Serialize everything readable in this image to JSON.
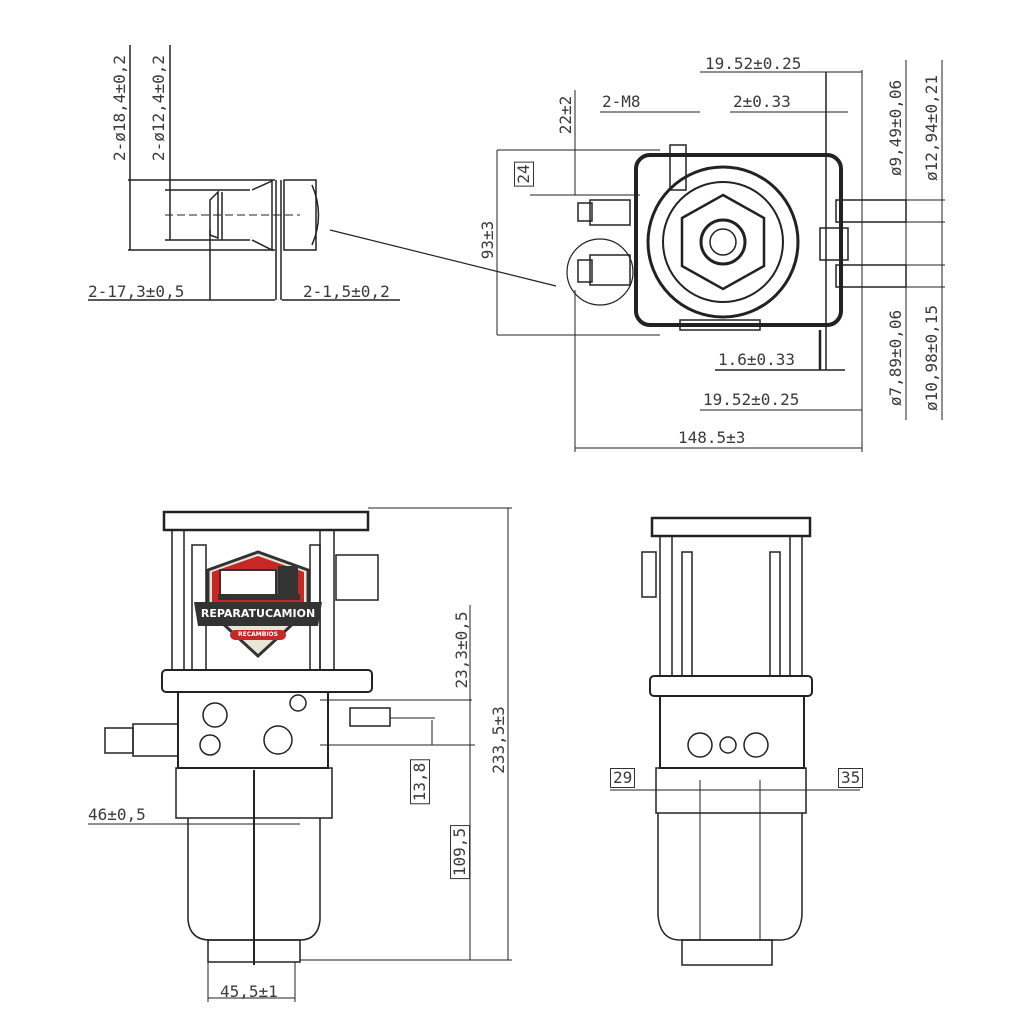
{
  "connector_detail": {
    "outer_diameter": "2-ø18,4±0,2",
    "inner_diameter": "2-ø12,4±0,2",
    "length": "2-17,3±0,5",
    "gap": "2-1,5±0,2"
  },
  "top_view": {
    "top_offset": "19.52±0.25",
    "thread": "2-M8",
    "thread_offset": "2±0.33",
    "height_22": "22±2",
    "dim_24": "24",
    "height_93": "93±3",
    "dia_upper_inner": "ø9,49±0,06",
    "dia_upper_outer": "ø12,94±0,21",
    "dia_lower_inner": "ø7,89±0,06",
    "dia_lower_outer": "ø10,98±0,15",
    "offset_1_6": "1.6±0.33",
    "bottom_offset": "19.52±0.25",
    "width_total": "148.5±3"
  },
  "front_view": {
    "dim_23_3": "23,3±0,5",
    "height_total": "233,5±3",
    "dim_13_8": "13,8",
    "dim_109_5": "109,5",
    "dim_46": "46±0,5",
    "dim_45_5": "45,5±1"
  },
  "side_view": {
    "dim_29": "29",
    "dim_35": "35"
  },
  "logo": {
    "brand": "REPARATUCAMION",
    "tagline": "RECAMBIOS",
    "colors": {
      "red": "#c62828",
      "dark": "#333333",
      "cream": "#e9e4d6"
    }
  }
}
